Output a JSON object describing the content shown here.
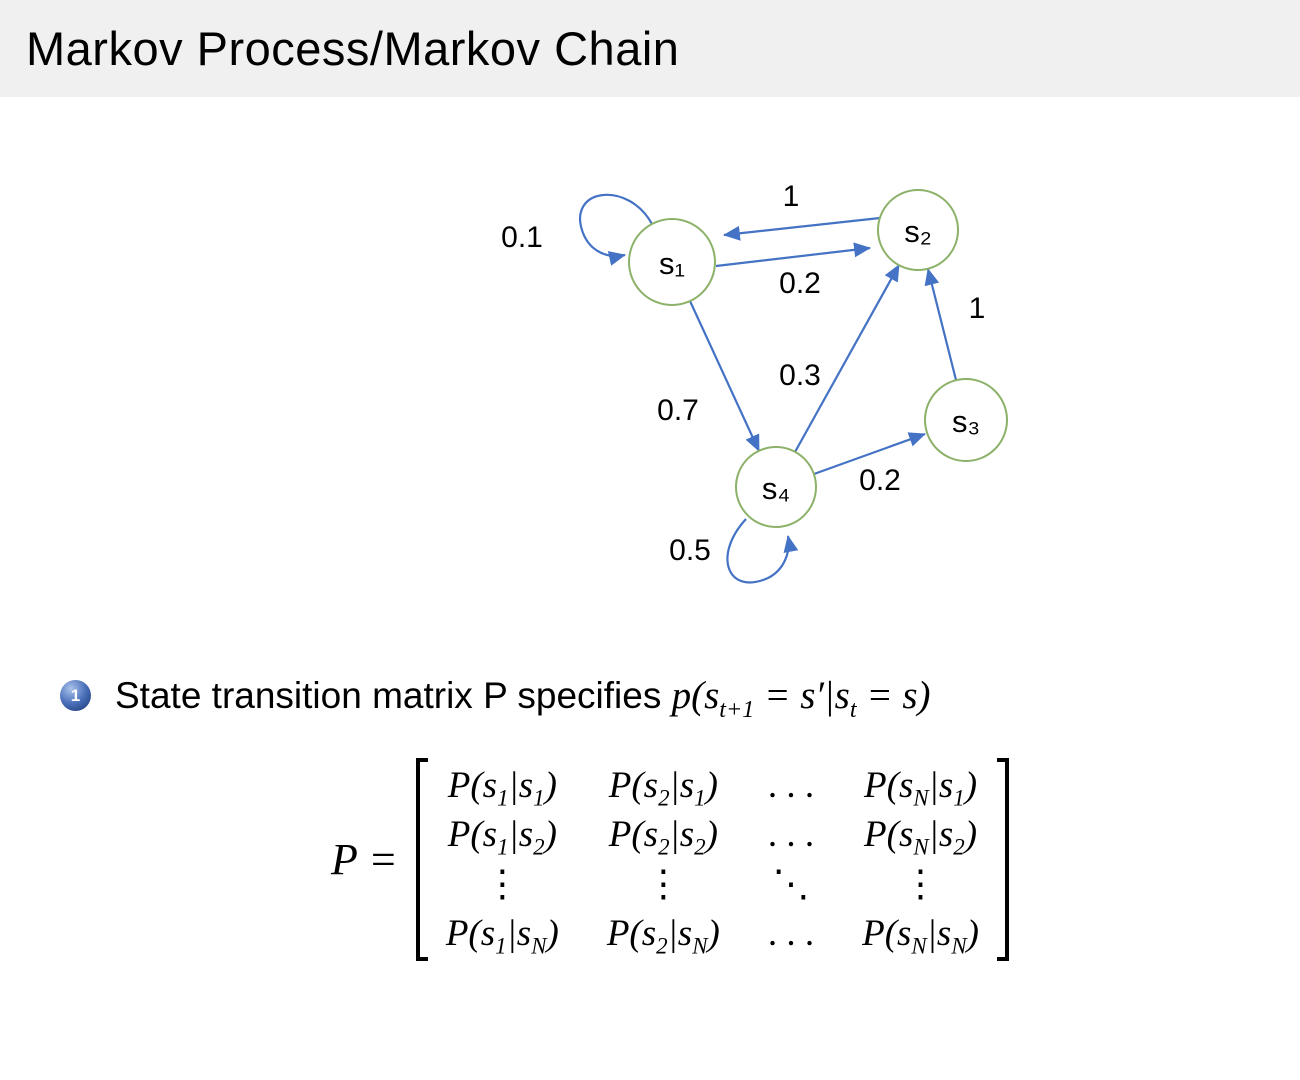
{
  "header": {
    "title": "Markov Process/Markov Chain"
  },
  "diagram": {
    "colors": {
      "node_stroke": "#8CB169",
      "edge": "#4472C4",
      "label": "#000000"
    },
    "nodes": [
      {
        "id": "s1",
        "label": "s₁"
      },
      {
        "id": "s2",
        "label": "s₂"
      },
      {
        "id": "s3",
        "label": "s₃"
      },
      {
        "id": "s4",
        "label": "s₄"
      }
    ],
    "edges": [
      {
        "from": "s1",
        "to": "s1",
        "label": "0.1"
      },
      {
        "from": "s2",
        "to": "s1",
        "label": "1"
      },
      {
        "from": "s1",
        "to": "s2",
        "label": "0.2"
      },
      {
        "from": "s1",
        "to": "s4",
        "label": "0.7"
      },
      {
        "from": "s4",
        "to": "s2",
        "label": "0.3"
      },
      {
        "from": "s3",
        "to": "s2",
        "label": "1"
      },
      {
        "from": "s4",
        "to": "s3",
        "label": "0.2"
      },
      {
        "from": "s4",
        "to": "s4",
        "label": "0.5"
      }
    ]
  },
  "bullet": {
    "number": "1",
    "text": "State transition matrix P specifies ",
    "math": [
      "p(s",
      {
        "sub": "t+1"
      },
      " = s′|s",
      {
        "sub": "t"
      },
      " = s)"
    ]
  },
  "matrix": {
    "lhs": "P =",
    "rows": [
      [
        [
          "P(s",
          {
            "sub": "1"
          },
          "|s",
          {
            "sub": "1"
          },
          ")"
        ],
        [
          "P(s",
          {
            "sub": "2"
          },
          "|s",
          {
            "sub": "1"
          },
          ")"
        ],
        [
          ". . ."
        ],
        [
          "P(s",
          {
            "sub": "N"
          },
          "|s",
          {
            "sub": "1"
          },
          ")"
        ]
      ],
      [
        [
          "P(s",
          {
            "sub": "1"
          },
          "|s",
          {
            "sub": "2"
          },
          ")"
        ],
        [
          "P(s",
          {
            "sub": "2"
          },
          "|s",
          {
            "sub": "2"
          },
          ")"
        ],
        [
          ". . ."
        ],
        [
          "P(s",
          {
            "sub": "N"
          },
          "|s",
          {
            "sub": "2"
          },
          ")"
        ]
      ],
      [
        [
          "⋮"
        ],
        [
          "⋮"
        ],
        [
          "⋱"
        ],
        [
          "⋮"
        ]
      ],
      [
        [
          "P(s",
          {
            "sub": "1"
          },
          "|s",
          {
            "sub": "N"
          },
          ")"
        ],
        [
          "P(s",
          {
            "sub": "2"
          },
          "|s",
          {
            "sub": "N"
          },
          ")"
        ],
        [
          ". . ."
        ],
        [
          "P(s",
          {
            "sub": "N"
          },
          "|s",
          {
            "sub": "N"
          },
          ")"
        ]
      ]
    ]
  }
}
